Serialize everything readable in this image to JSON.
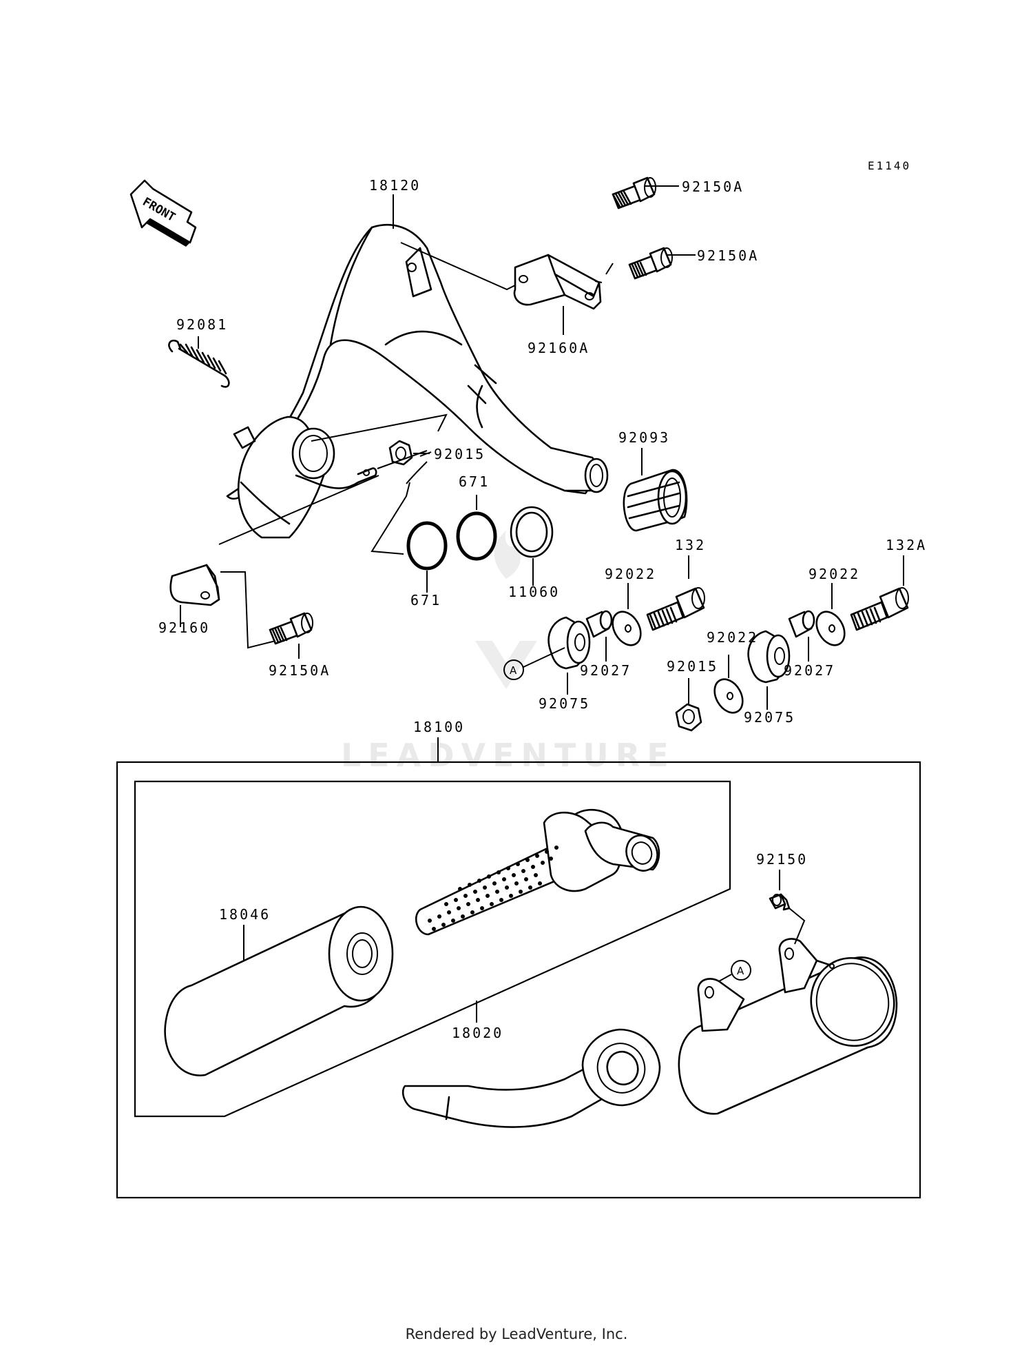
{
  "diagram_code": "E1140",
  "direction_label": "FRONT",
  "watermark": "LEADVENTURE",
  "footer": "Rendered by LeadVenture, Inc.",
  "ref_marker": "A",
  "parts": {
    "p18120": "18120",
    "p92150A_1": "92150A",
    "p92150A_2": "92150A",
    "p92160A": "92160A",
    "p92081": "92081",
    "p92015_1": "92015",
    "p92093": "92093",
    "p671_1": "671",
    "p671_2": "671",
    "p11060": "11060",
    "p92160": "92160",
    "p92150A_3": "92150A",
    "p132": "132",
    "p132A": "132A",
    "p92022_1": "92022",
    "p92022_2": "92022",
    "p92022_3": "92022",
    "p92027_1": "92027",
    "p92027_2": "92027",
    "p92015_2": "92015",
    "p92075_1": "92075",
    "p92075_2": "92075",
    "p18100": "18100",
    "p18046": "18046",
    "p18020": "18020",
    "p92150": "92150"
  }
}
